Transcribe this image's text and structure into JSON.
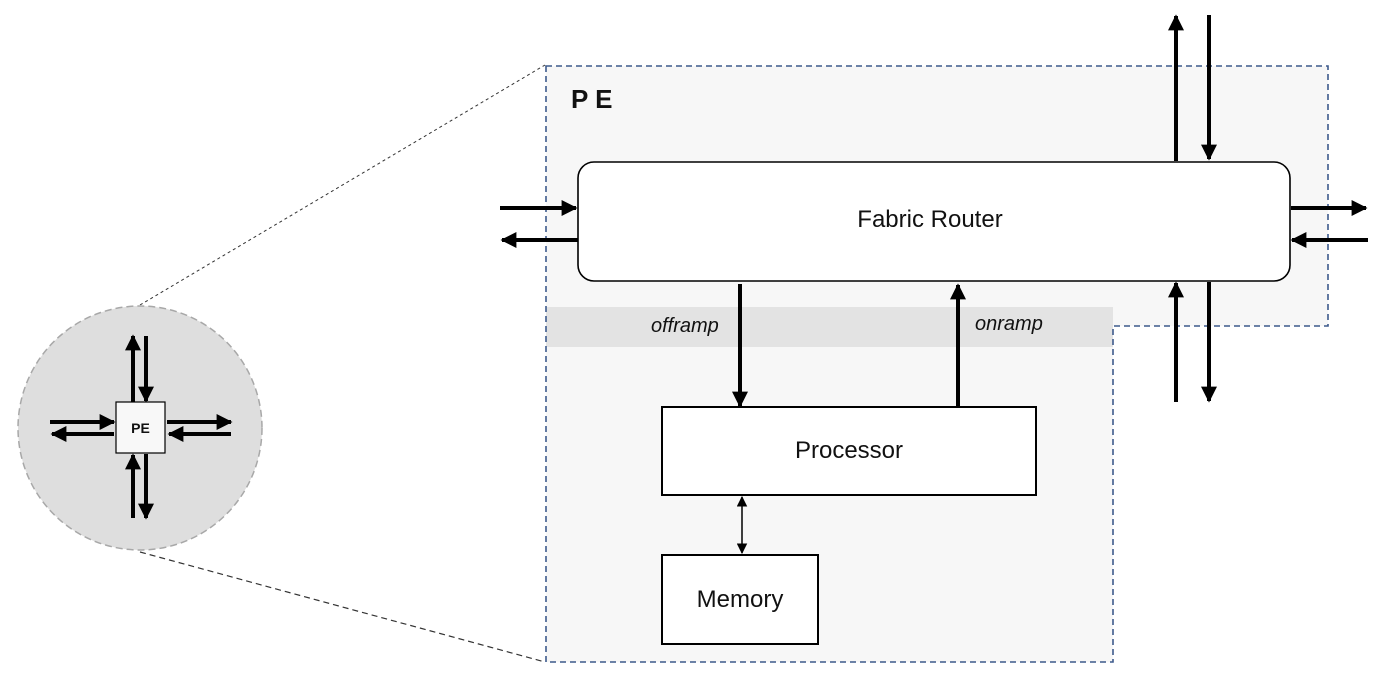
{
  "title": "P E",
  "blocks": {
    "router": "Fabric Router",
    "processor": "Processor",
    "memory": "Memory"
  },
  "ramps": {
    "offramp": "offramp",
    "onramp": "onramp"
  },
  "mini_pe": "PE",
  "colors": {
    "pe_border": "#3d5a8c",
    "pe_fill": "#f7f7f7",
    "ramp_band": "#e3e3e3",
    "zoom_circle_fill": "#dedede",
    "zoom_circle_border": "#a8a8a8",
    "arrow": "#000000"
  }
}
